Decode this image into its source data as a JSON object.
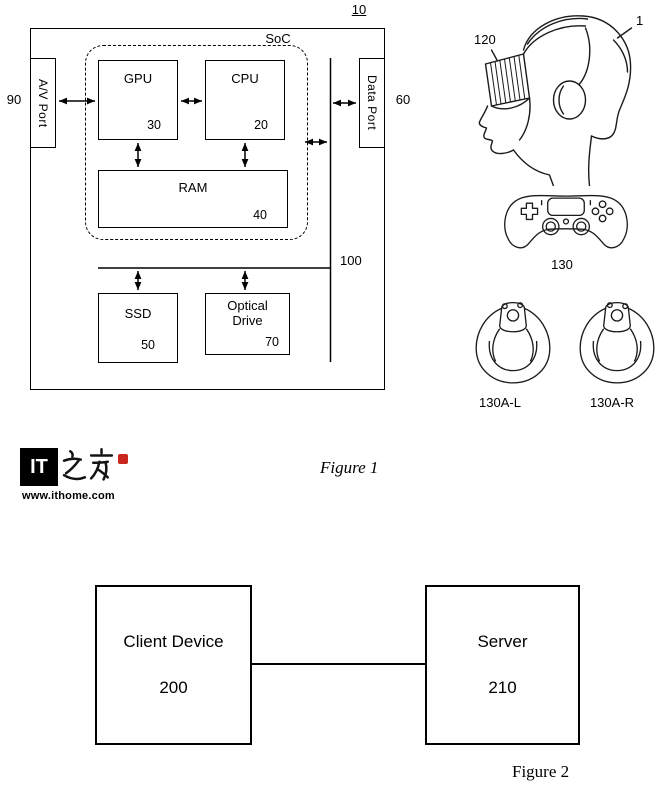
{
  "figure1": {
    "caption": "Figure 1",
    "console": {
      "ref": "10",
      "soc_label": "SoC",
      "av_port": {
        "label": "A/V Port",
        "ref": "90"
      },
      "data_port": {
        "label": "Data Port",
        "ref": "60"
      },
      "gpu": {
        "label": "GPU",
        "ref": "30"
      },
      "cpu": {
        "label": "CPU",
        "ref": "20"
      },
      "ram": {
        "label": "RAM",
        "ref": "40"
      },
      "ssd": {
        "label": "SSD",
        "ref": "50"
      },
      "optical_drive": {
        "label": "Optical Drive",
        "ref": "70"
      },
      "bus_ref": "100"
    },
    "peripherals": {
      "hmd_ref": "120",
      "user_ref": "1",
      "gamepad_ref": "130",
      "motion_left_ref": "130A-L",
      "motion_right_ref": "130A-R"
    }
  },
  "watermark": {
    "brand_short": "IT",
    "brand_script": "之家",
    "url": "www.ithome.com",
    "seal_color": "#c9271e"
  },
  "figure2": {
    "caption": "Figure 2",
    "client_device": {
      "label": "Client Device",
      "ref": "200"
    },
    "server": {
      "label": "Server",
      "ref": "210"
    }
  }
}
